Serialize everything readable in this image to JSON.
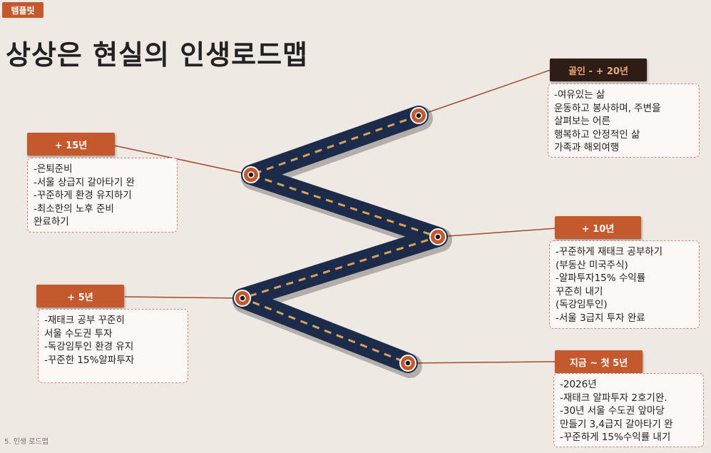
{
  "tag": "템플릿",
  "title": "상상은 현실의 인생로드맵",
  "footer": "5. 인생 로드맵",
  "milestones": [
    {
      "label": "골인 - + 20년",
      "lines": [
        "-여유있는 삶",
        "운동하고 봉사하며, 주변을",
        "살펴보는 어른",
        "행복하고 안정적인 삶",
        "가족과 해외여행"
      ]
    },
    {
      "label": "+ 15년",
      "lines": [
        "-은퇴준비",
        "-서울 상급지 갈아타기 완",
        "-꾸준하게 환경 유지하기",
        "-최소한의 노후 준비",
        "완료하기"
      ]
    },
    {
      "label": "+ 10년",
      "lines": [
        "-꾸준하게 재태크 공부하기",
        "(부동산 미국주식)",
        "-알파투자15% 수익률",
        "꾸준히 내기",
        "(독강임투인)",
        "-서울 3급지 투자 완료"
      ]
    },
    {
      "label": "+ 5년",
      "lines": [
        "-재태크 공부 꾸준히",
        "서울 수도권 투자",
        "-독강임투인 환경 유지",
        "-꾸준한 15%알파투자"
      ]
    },
    {
      "label": "지금 ~ 첫 5년",
      "lines": [
        "-2026년",
        "-재태크 알파투자 2호기완.",
        "-30년 서울 수도권 앞마당",
        "만들기 3,4급지 갈아타기 완",
        "-꾸준하게 15%수익률 내기"
      ]
    }
  ],
  "colors": {
    "accent": "#c4592e",
    "dark": "#2d1d16",
    "road": "#1c2b4a",
    "roadDash": "#d9a15c",
    "background": "#efe9e3"
  }
}
